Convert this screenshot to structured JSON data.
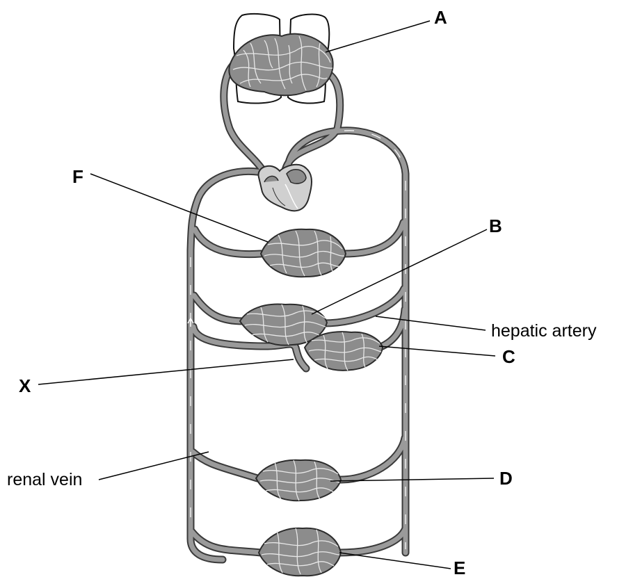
{
  "diagram": {
    "labels": {
      "A": "A",
      "B": "B",
      "C": "C",
      "D": "D",
      "E": "E",
      "F": "F",
      "X": "X",
      "hepatic_artery": "hepatic artery",
      "renal_vein": "renal vein"
    },
    "colors": {
      "vessel": "#9a9a9a",
      "vessel_outline": "#3a3a3a",
      "capillary_bed": "#8c8c8c",
      "heart": "#d0d0d0"
    }
  }
}
